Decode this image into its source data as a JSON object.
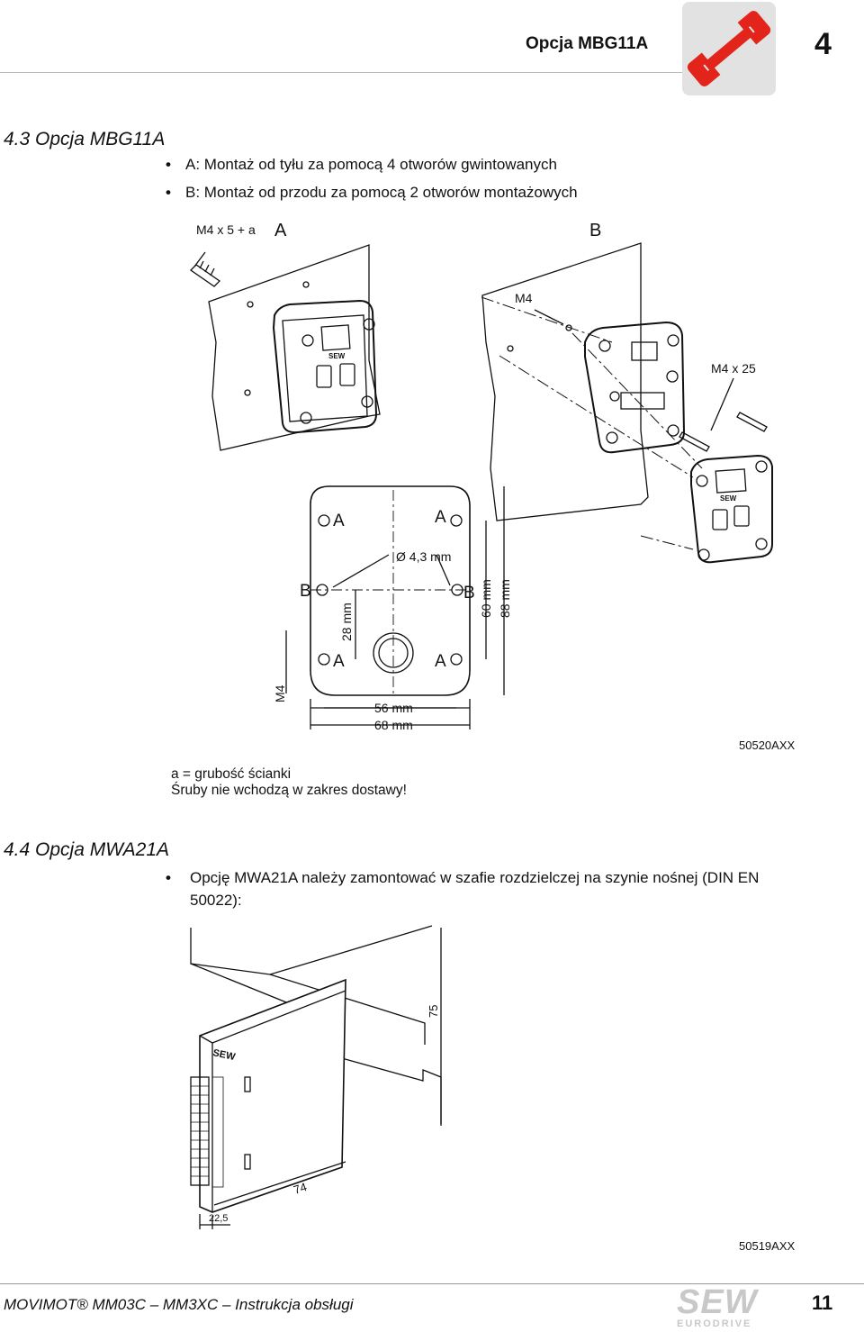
{
  "header": {
    "title": "Opcja MBG11A",
    "chapter": "4"
  },
  "section_43": {
    "heading": "4.3   Opcja MBG11A",
    "bullets": [
      "A: Montaż od tyłu za pomocą 4 otworów gwintowanych",
      "B: Montaż od przodu za pomocą 2 otworów montażowych"
    ],
    "fig_labels": {
      "screw_a": "M4 x 5 + a",
      "mark_a": "A",
      "mark_b": "B",
      "m4_top": "M4",
      "screw_b": "M4 x 25",
      "hole_dia": "Ø 4,3 mm",
      "dim_28": "28 mm",
      "dim_60": "60 mm",
      "dim_88": "88 mm",
      "dim_56": "56 mm",
      "dim_68": "68 mm",
      "m4_side": "M4",
      "brand": "SEW"
    },
    "figure_ref": "50520AXX",
    "notes": [
      "a = grubość ścianki",
      "Śruby nie wchodzą w zakres dostawy!"
    ]
  },
  "section_44": {
    "heading": "4.4   Opcja MWA21A",
    "bullet": "Opcję MWA21A należy zamontować w szafie rozdzielczej na szynie nośnej (DIN EN 50022):",
    "fig_labels": {
      "dim_75": "75",
      "dim_74": "74",
      "dim_225": "22,5",
      "brand": "SEW"
    },
    "figure_ref": "50519AXX"
  },
  "footer": {
    "doc_title": "MOVIMOT® MM03C – MM3XC – Instrukcja obsługi",
    "page": "11",
    "logo_top": "SEW",
    "logo_bottom": "EURODRIVE"
  },
  "colors": {
    "wrench": "#e3241b",
    "logo": "#c8c8c8"
  }
}
